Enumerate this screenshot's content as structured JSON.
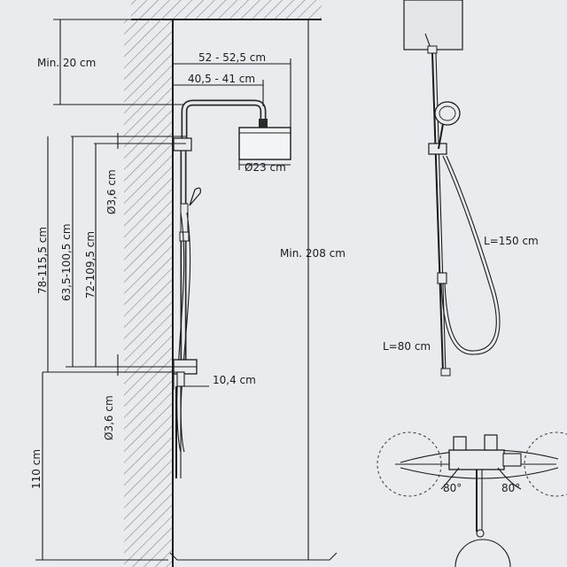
{
  "diagram": {
    "left_dims": {
      "min_top": "Min. 20 cm",
      "head_reach": "52 - 52,5 cm",
      "arm_reach": "40,5 - 41 cm",
      "head_diameter": "Ø23 cm",
      "bracket_diameter_top": "Ø3,6 cm",
      "height_range_1": "78-115,5 cm",
      "height_range_2": "63,5-100,5 cm",
      "height_range_3": "72-109,5 cm",
      "total_min": "Min. 208 cm",
      "mixer_depth": "10,4 cm",
      "bracket_diameter_bottom": "Ø3,6 cm",
      "floor_height": "110 cm"
    },
    "right_dims": {
      "hose_length": "L=150 cm",
      "rail_length": "L=80 cm"
    },
    "mixer_angles": {
      "left": "80°",
      "right": "80°"
    }
  }
}
